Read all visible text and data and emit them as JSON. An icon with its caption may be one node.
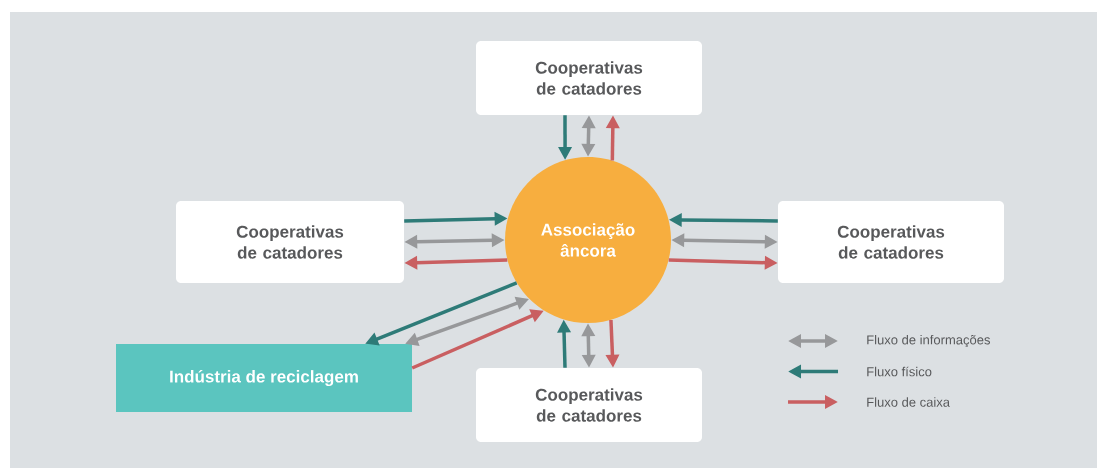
{
  "diagram": {
    "nodes": [
      {
        "text": [
          "Cooperativas de catadores"
        ]
      },
      {
        "text": [
          "Cooperativas de catadores"
        ]
      },
      {
        "text": [
          "Associação âncora"
        ]
      },
      {
        "text": [
          "Cooperativas de catadores"
        ]
      },
      {
        "text": [
          "Indústria de reciclagem"
        ]
      },
      {
        "text": [
          "Cooperativas de catadores"
        ]
      }
    ],
    "edges": [
      {
        "from": 0,
        "to": 2,
        "arrow": "to",
        "color": "#2e7b78"
      },
      {
        "from": 0,
        "to": 2,
        "arrow": "both",
        "color": "#97989a"
      },
      {
        "from": 2,
        "to": 0,
        "arrow": "to",
        "color": "#c95f61"
      },
      {
        "from": 1,
        "to": 2,
        "arrow": "to",
        "color": "#2e7b78"
      },
      {
        "from": 1,
        "to": 2,
        "arrow": "both",
        "color": "#97989a"
      },
      {
        "from": 2,
        "to": 1,
        "arrow": "to",
        "color": "#c95f61"
      },
      {
        "from": 3,
        "to": 2,
        "arrow": "to",
        "color": "#2e7b78"
      },
      {
        "from": 3,
        "to": 2,
        "arrow": "both",
        "color": "#97989a"
      },
      {
        "from": 2,
        "to": 3,
        "arrow": "to",
        "color": "#c95f61"
      },
      {
        "from": 5,
        "to": 2,
        "arrow": "to",
        "color": "#2e7b78"
      },
      {
        "from": 5,
        "to": 2,
        "arrow": "both",
        "color": "#97989a"
      },
      {
        "from": 2,
        "to": 5,
        "arrow": "to",
        "color": "#c95f61"
      },
      {
        "from": 2,
        "to": 4,
        "arrow": "to",
        "color": "#2e7b78"
      },
      {
        "from": 2,
        "to": 4,
        "arrow": "both",
        "color": "#97989a"
      },
      {
        "from": 4,
        "to": 2,
        "arrow": "to",
        "color": "#c95f61"
      }
    ],
    "legend": [
      {
        "text": "Fluxo de informações"
      },
      {
        "text": "Fluxo físico"
      },
      {
        "text": "Fluxo de caixa"
      }
    ]
  }
}
